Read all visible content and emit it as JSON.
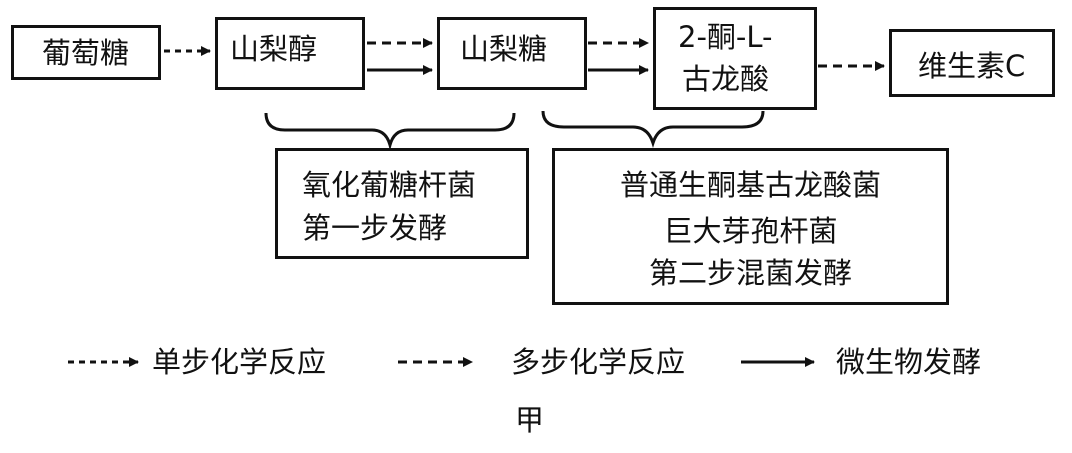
{
  "nodes": {
    "glucose": "葡萄糖",
    "sorbitol": "山梨醇",
    "sorbose": "山梨糖",
    "keto_line1": "2-酮-L-",
    "keto_line2": "古龙酸",
    "vitamin_c": "维生素C"
  },
  "groups": {
    "step1_line1": "氧化葡糖杆菌",
    "step1_line2": "第一步发酵",
    "step2_line1": "普通生酮基古龙酸菌",
    "step2_line2": "巨大芽孢杆菌",
    "step2_line3": "第二步混菌发酵"
  },
  "legend": {
    "single_step": "单步化学反应",
    "multi_step": "多步化学反应",
    "microbial": "微生物发酵"
  },
  "caption": "甲"
}
